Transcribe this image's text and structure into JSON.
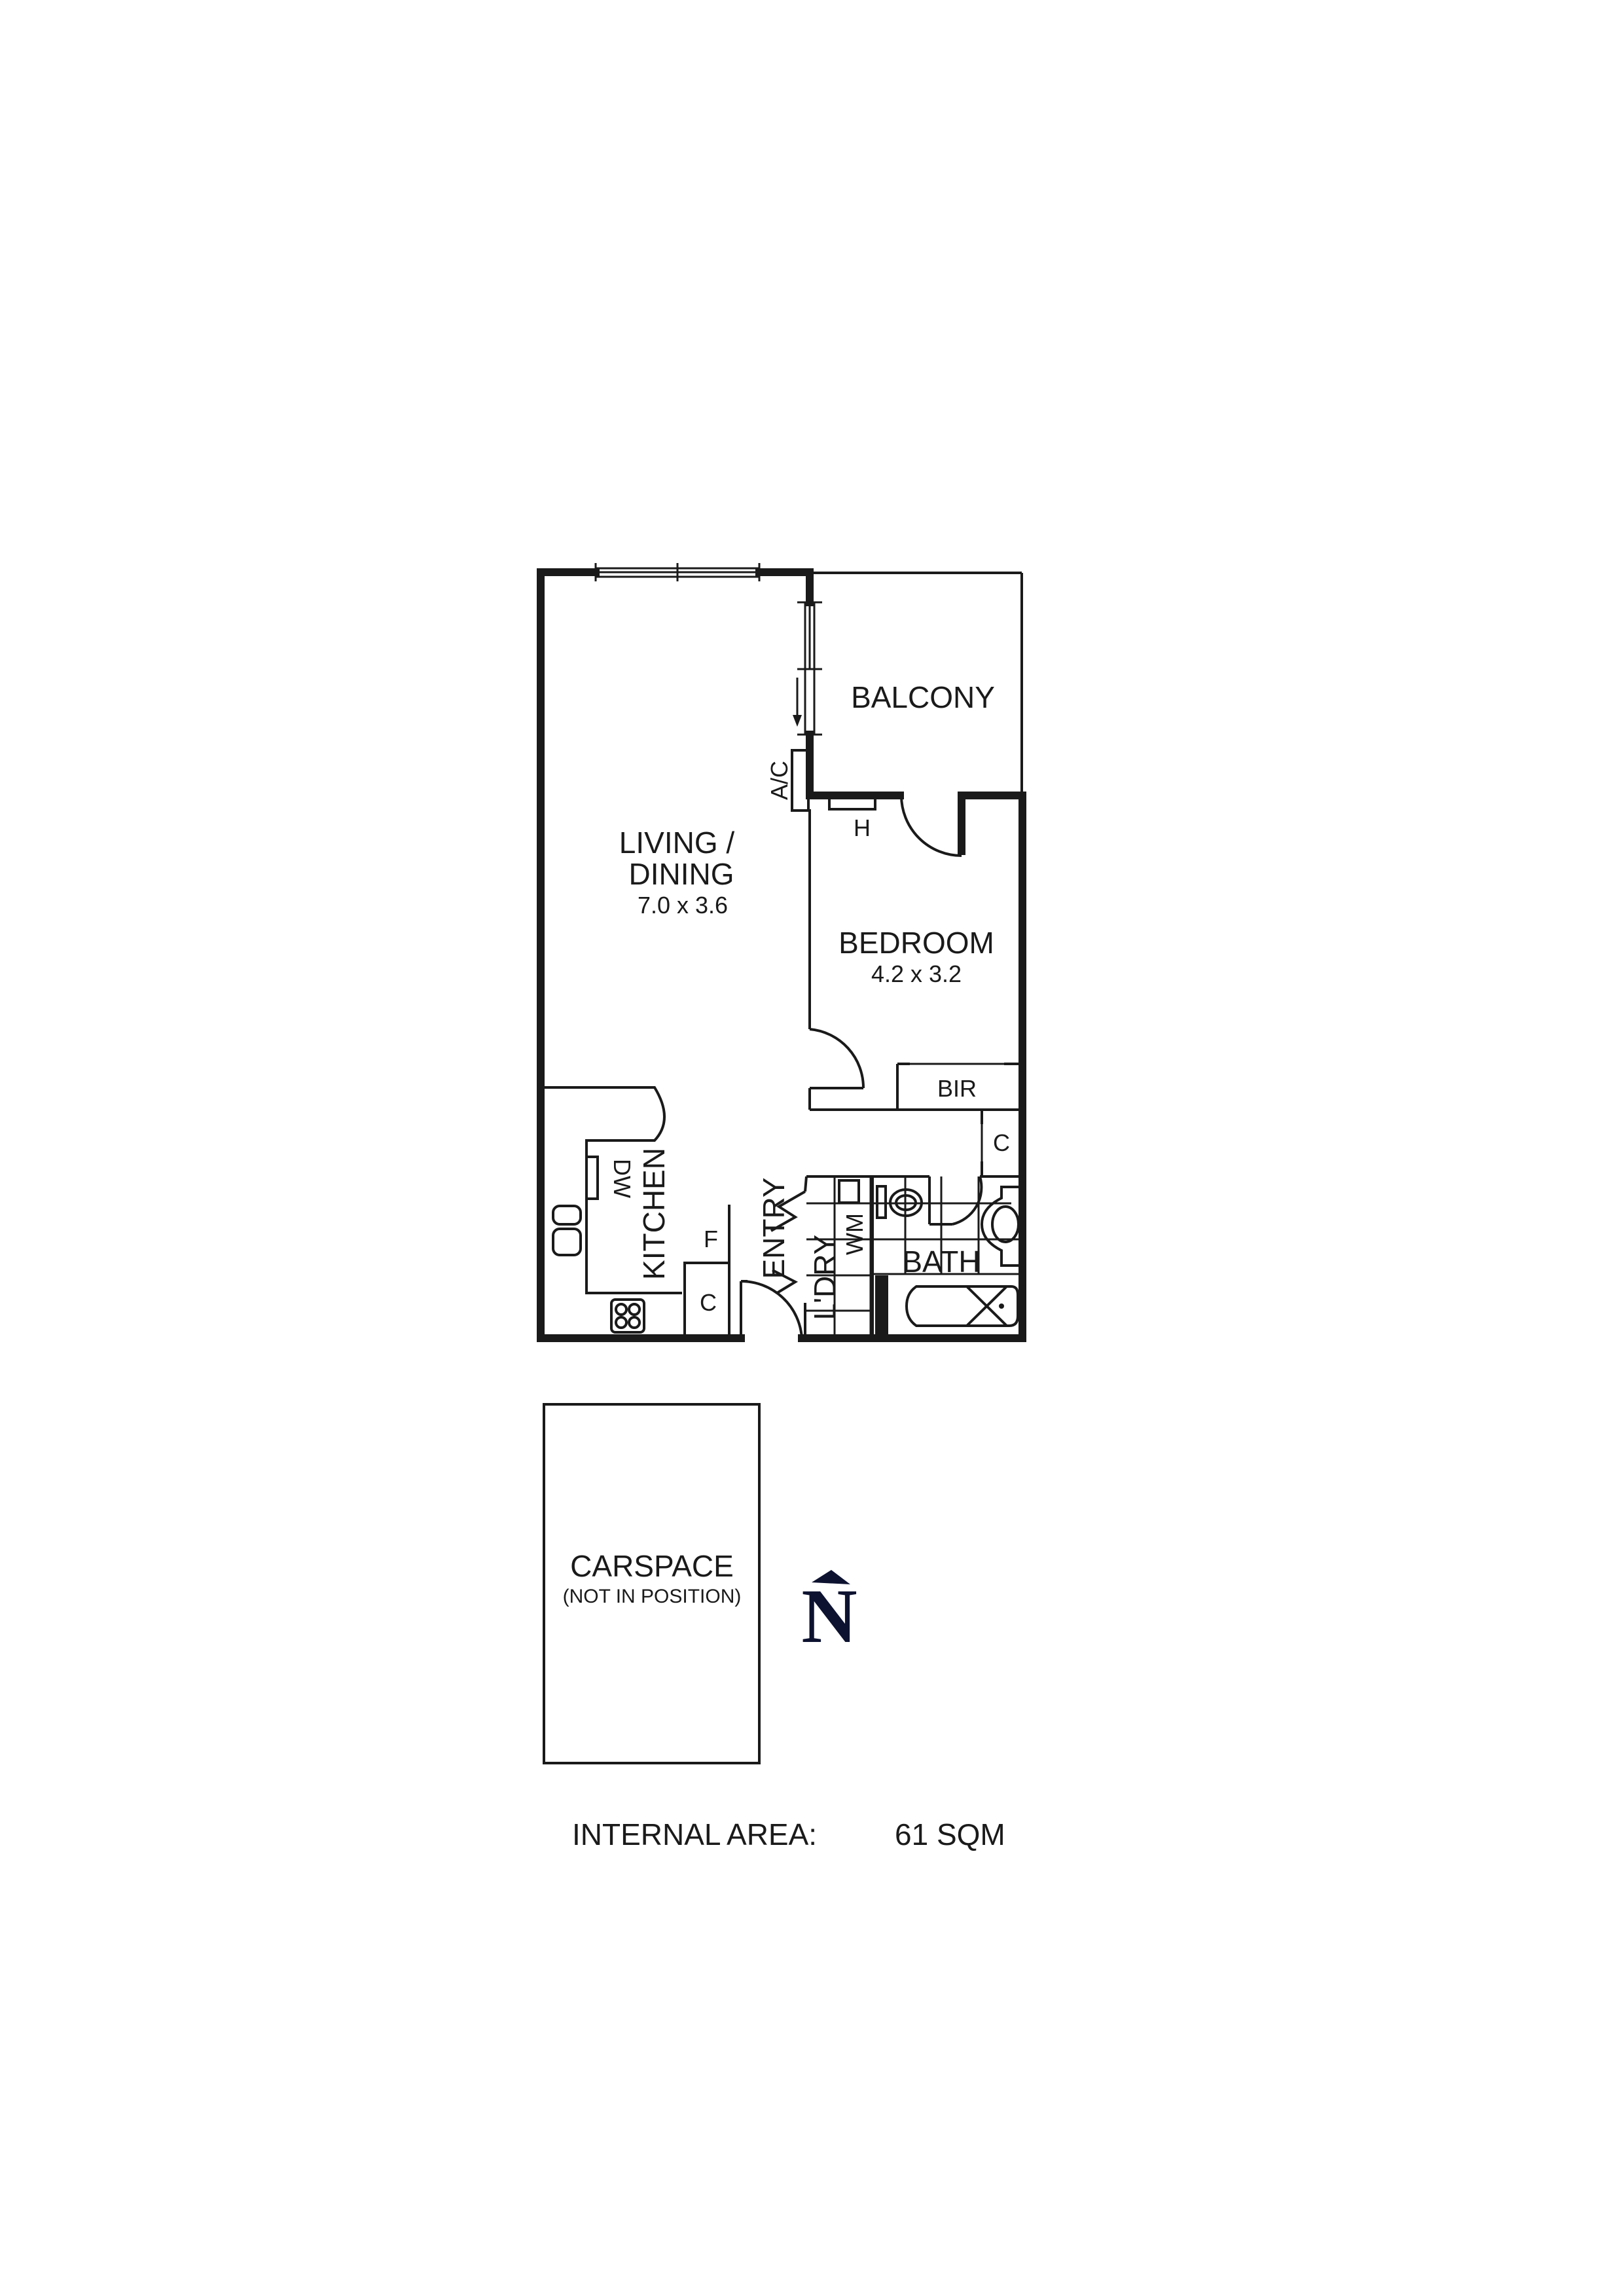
{
  "plan": {
    "rooms": {
      "balcony": {
        "label": "BALCONY"
      },
      "living": {
        "label_line1": "LIVING /",
        "label_line2": "DINING",
        "dimensions": "7.0 x 3.6"
      },
      "bedroom": {
        "label": "BEDROOM",
        "dimensions": "4.2 x 3.2"
      },
      "bir": {
        "label": "BIR"
      },
      "closet_hall": {
        "label": "C"
      },
      "kitchen": {
        "label": "KITCHEN"
      },
      "dishwasher": {
        "label": "DW"
      },
      "fridge": {
        "label": "F"
      },
      "closet_kitchen": {
        "label": "C"
      },
      "entry": {
        "label": "ENTRY"
      },
      "laundry": {
        "label": "L'DRY"
      },
      "washing_machine": {
        "label": "WM"
      },
      "bath": {
        "label": "BATH"
      },
      "aircon": {
        "label": "A/C"
      },
      "heater": {
        "label": "H"
      }
    },
    "carspace": {
      "label": "CARSPACE",
      "note": "(NOT IN POSITION)"
    },
    "north": {
      "label": "N",
      "color": "#0d1230"
    },
    "internal_area": {
      "label": "INTERNAL AREA:",
      "value": "61 SQM"
    }
  }
}
